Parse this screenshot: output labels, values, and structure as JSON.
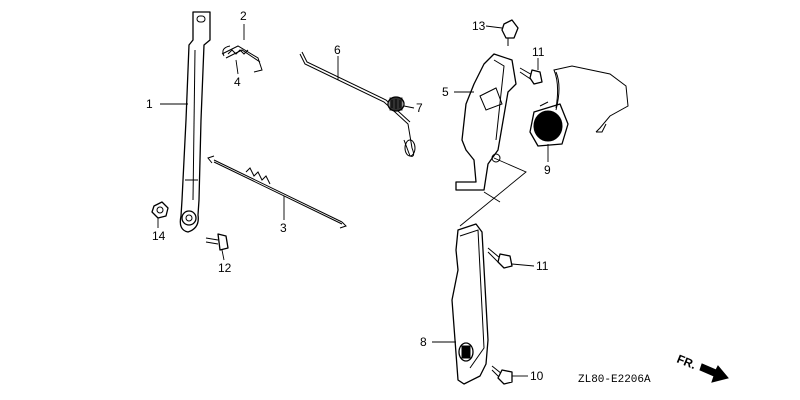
{
  "diagram_code": "ZL80-E2206A",
  "front_indicator": "FR.",
  "callouts": {
    "c1": "1",
    "c2": "2",
    "c3": "3",
    "c4": "4",
    "c5": "5",
    "c6": "6",
    "c7": "7",
    "c8": "8",
    "c9": "9",
    "c10": "10",
    "c11a": "11",
    "c11b": "11",
    "c12": "12",
    "c13": "13",
    "c14": "14"
  }
}
